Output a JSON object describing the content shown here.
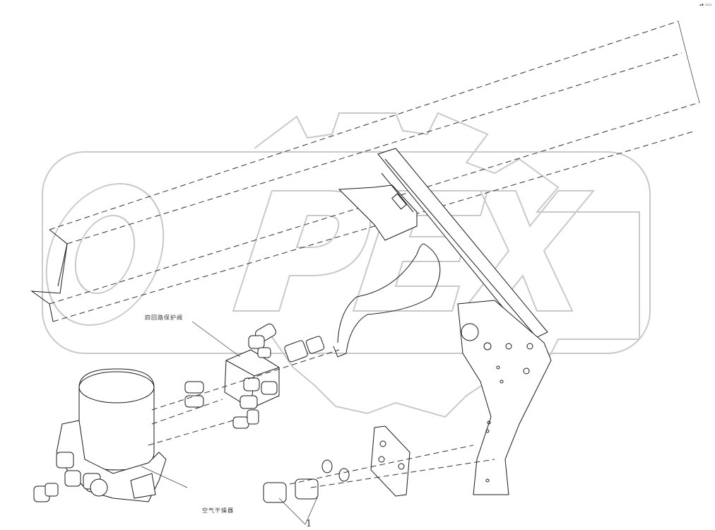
{
  "watermark": {
    "text": "OPEX",
    "color": "#c9c9c9"
  },
  "labels": {
    "valve_label": "四回路保护阀",
    "dryer_label": "空气干燥器",
    "part_number": "1",
    "corner_mark": "▴▪ ▫▫▫"
  },
  "colors": {
    "line": "#1a1a1a",
    "background": "#ffffff",
    "watermark": "#c9c9c9"
  }
}
